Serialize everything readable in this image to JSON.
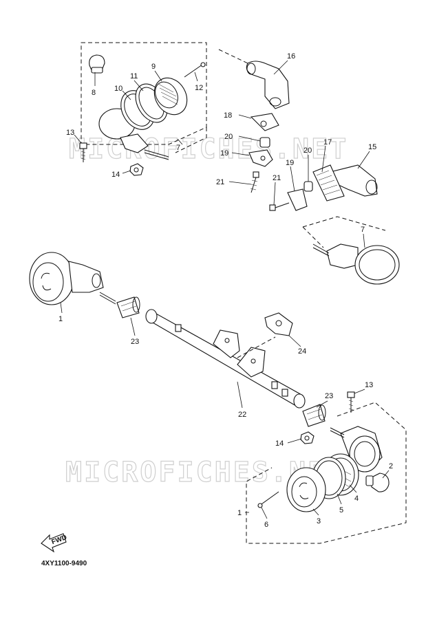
{
  "watermark": "MICROFICHES.NET",
  "diagram_code": "4XY1100-9490",
  "fwd_label": "FWD",
  "labels": {
    "p1_left": "1",
    "p1_right": "1",
    "p2": "2",
    "p3": "3",
    "p4": "4",
    "p5": "5",
    "p6": "6",
    "p7_top": "7",
    "p7_right": "7",
    "p8": "8",
    "p9": "9",
    "p10": "10",
    "p11": "11",
    "p12": "12",
    "p13_top": "13",
    "p13_bottom": "13",
    "p14_top": "14",
    "p14_bottom": "14",
    "p15": "15",
    "p16": "16",
    "p17": "17",
    "p18": "18",
    "p19_a": "19",
    "p19_b": "19",
    "p20_a": "20",
    "p20_b": "20",
    "p21_a": "21",
    "p21_b": "21",
    "p22": "22",
    "p23_left": "23",
    "p23_right": "23",
    "p24": "24"
  }
}
